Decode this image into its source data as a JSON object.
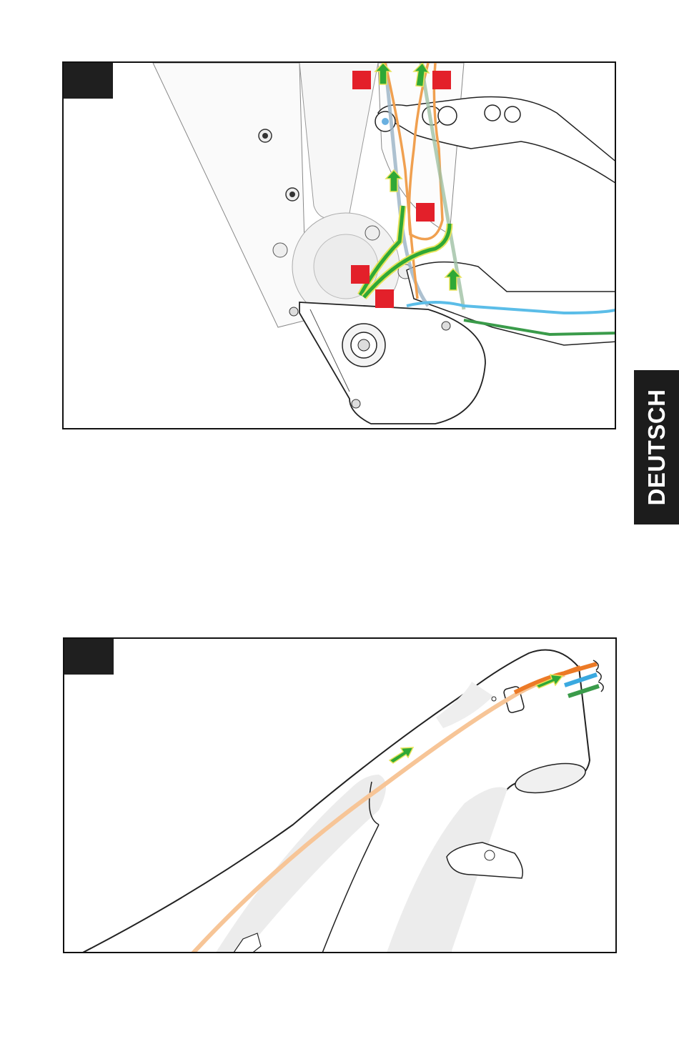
{
  "language_tab": {
    "label": "DEUTSCH"
  },
  "figures": [
    {
      "id": "routing-detail-motor-area",
      "step_marker_color": "#1f1f1f",
      "callout_color": "#e3202a"
    },
    {
      "id": "routing-detail-top-tube",
      "step_marker_color": "#1f1f1f"
    }
  ],
  "cable_colors": {
    "orange": "#f0a050",
    "orange_light": "#f7c597",
    "blue": "#5bbde8",
    "green": "#3a9b4a",
    "gray_blue": "#9fb6c8",
    "arrow_fill": "#2fa836",
    "arrow_outline": "#e7e35a"
  }
}
